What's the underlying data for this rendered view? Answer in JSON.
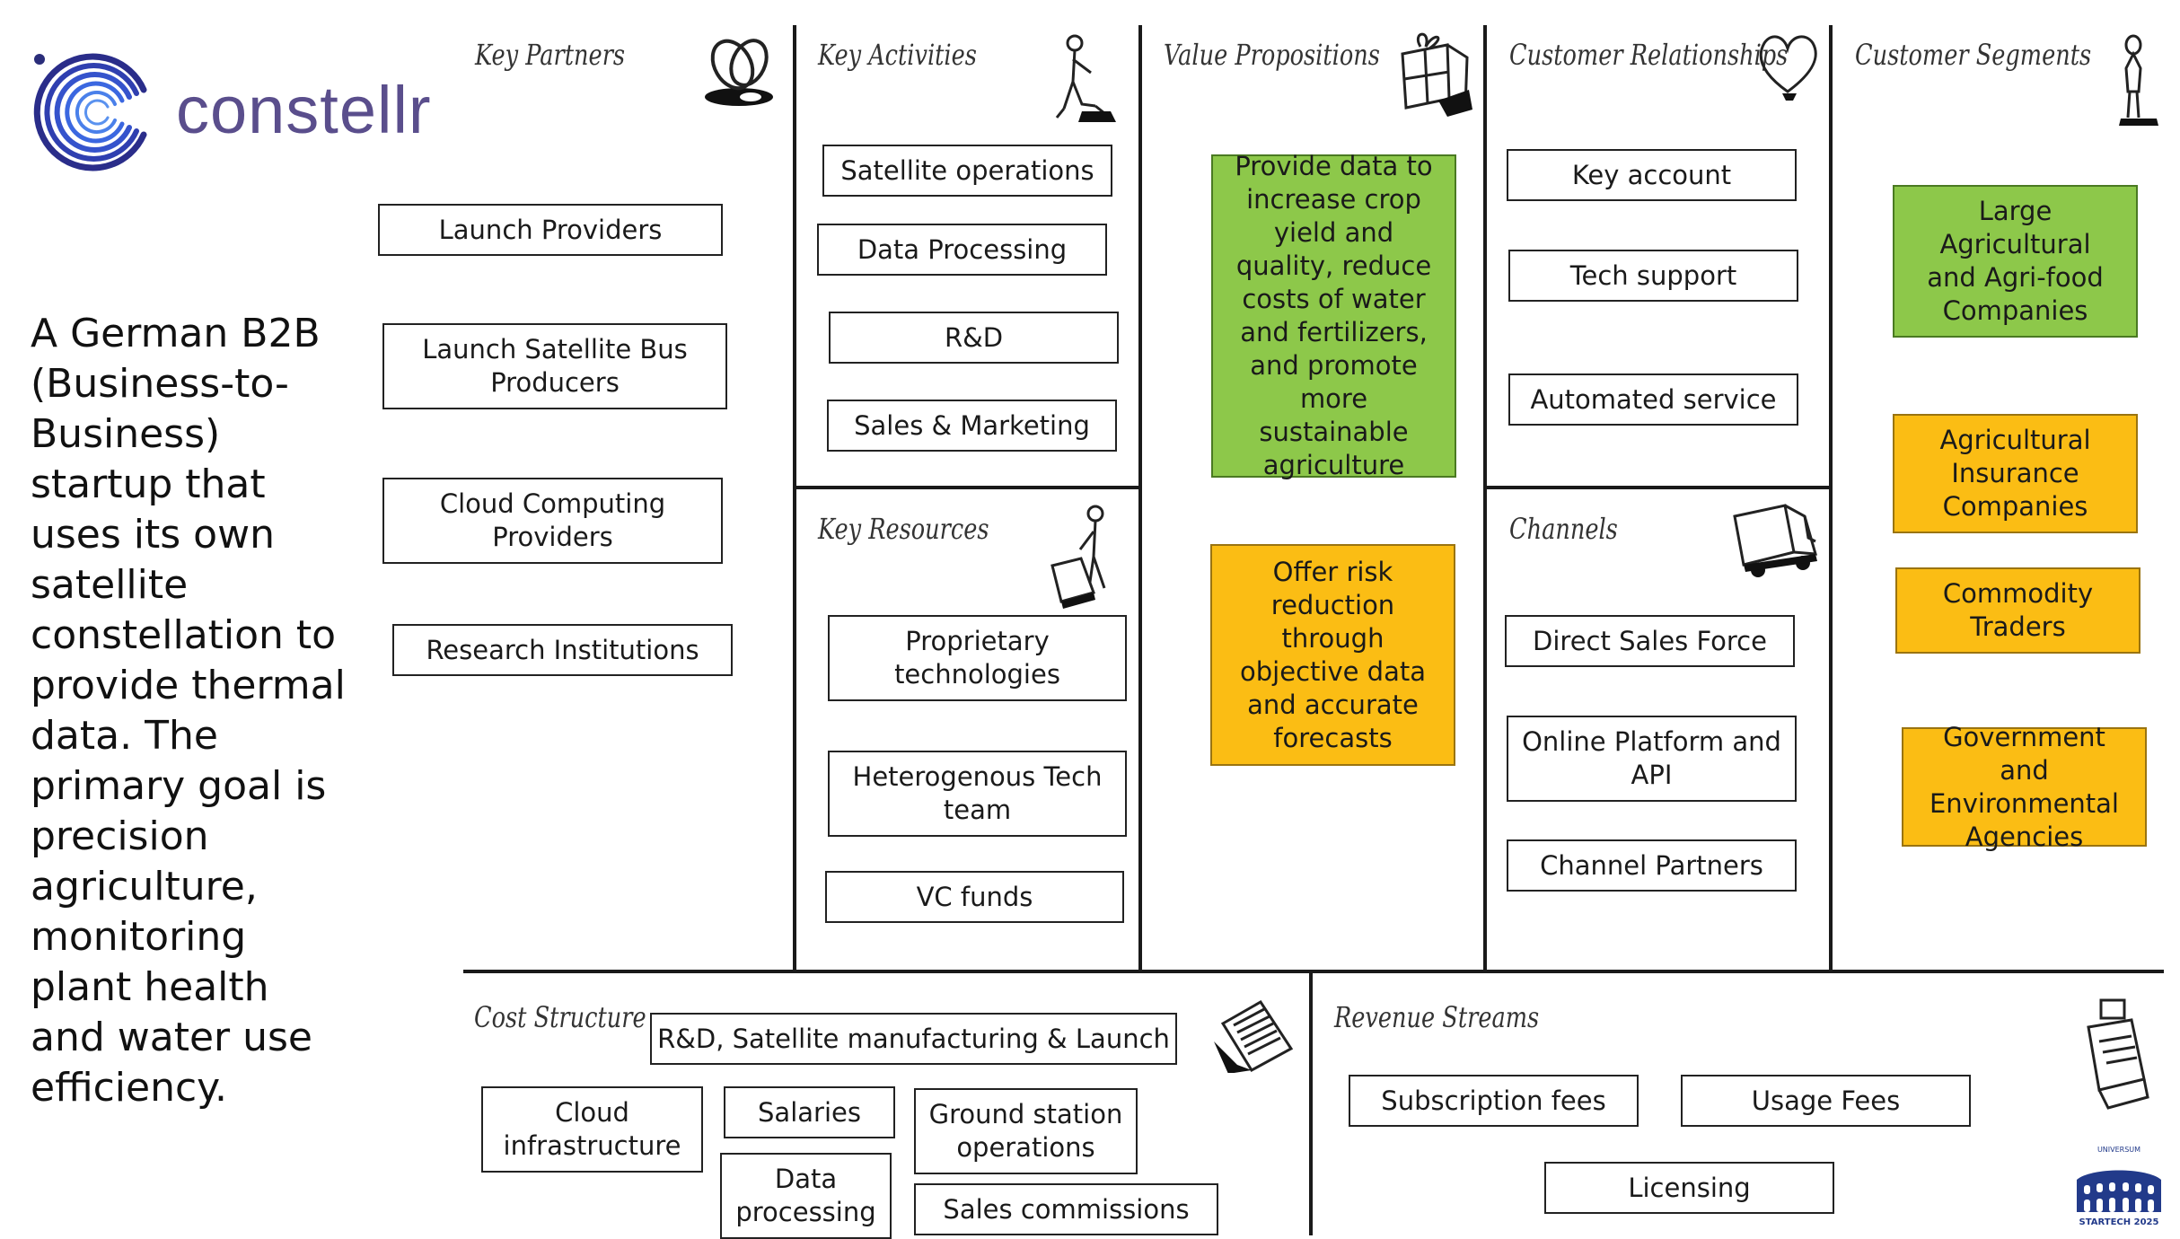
{
  "brand": {
    "name": "constellr",
    "color": "#5a4e8c"
  },
  "description": "A German B2B (Business-to-Business) startup that uses its own satellite constellation to provide thermal data. The primary goal is precision agriculture, monitoring plant health and water use efficiency.",
  "colors": {
    "green": "#8dc84a",
    "yellow": "#fbbd14",
    "logo_blue": "#3a57d6",
    "line": "#1a1a1a"
  },
  "sections": {
    "key_partners": {
      "title": "Key Partners",
      "icon": "links-icon",
      "items": [
        "Launch Providers",
        "Launch Satellite Bus Producers",
        "Cloud Computing Providers",
        "Research Institutions"
      ]
    },
    "key_activities": {
      "title": "Key Activities",
      "icon": "worker-icon",
      "items": [
        "Satellite operations",
        "Data Processing",
        "R&D",
        "Sales & Marketing"
      ]
    },
    "key_resources": {
      "title": "Key Resources",
      "icon": "resources-icon",
      "items": [
        "Proprietary technologies",
        "Heterogenous Tech team",
        "VC funds"
      ]
    },
    "value_propositions": {
      "title": "Value Propositions",
      "icon": "gift-icon",
      "items": [
        "Provide data to increase crop yield and quality, reduce costs of water and fertilizers, and promote more sustainable agriculture",
        "Offer risk reduction through objective data and accurate forecasts"
      ]
    },
    "customer_relationships": {
      "title": "Customer Relationships",
      "icon": "heart-icon",
      "items": [
        "Key account",
        "Tech support",
        "Automated service"
      ]
    },
    "channels": {
      "title": "Channels",
      "icon": "truck-icon",
      "items": [
        "Direct Sales Force",
        "Online Platform and API",
        "Channel Partners"
      ]
    },
    "customer_segments": {
      "title": "Customer Segments",
      "icon": "person-icon",
      "items": [
        "Large Agricultural and Agri-food Companies",
        "Agricultural Insurance Companies",
        "Commodity Traders",
        "Government and Environmental Agencies"
      ]
    },
    "cost_structure": {
      "title": "Cost Structure",
      "icon": "receipt-icon",
      "items": [
        "R&D, Satellite manufacturing & Launch",
        "Cloud infrastructure",
        "Salaries",
        "Ground station operations",
        "Data processing",
        "Sales commissions"
      ]
    },
    "revenue_streams": {
      "title": "Revenue Streams",
      "icon": "cash-register-icon",
      "items": [
        "Subscription fees",
        "Usage Fees",
        "Licensing"
      ]
    }
  },
  "footer_logo": {
    "top_text": "UNIVERSUM",
    "bottom_text": "STARTECH 2025"
  }
}
